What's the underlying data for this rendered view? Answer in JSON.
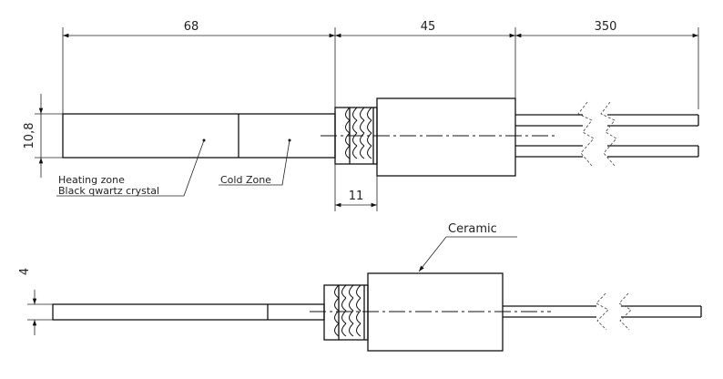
{
  "dimensions": {
    "heater_length": "68",
    "thread_length": "45",
    "lead_length": "350",
    "diameter": "10,8",
    "thread_width": "11",
    "thickness": "4"
  },
  "labels": {
    "heating_zone_line1": "Heating zone",
    "heating_zone_line2": "Black qwartz crystal",
    "cold_zone": "Cold Zone",
    "ceramic": "Ceramic"
  }
}
